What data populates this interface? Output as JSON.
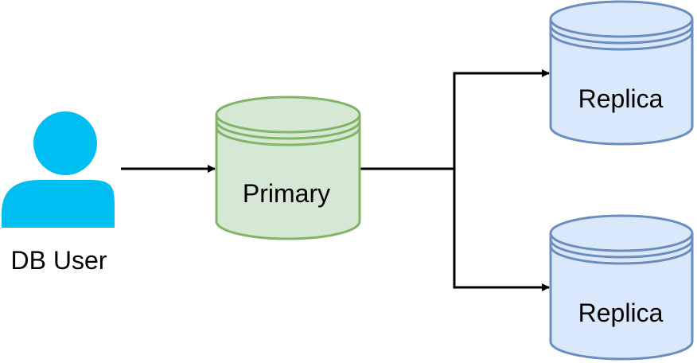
{
  "diagram": {
    "title": "",
    "nodes": {
      "user": {
        "label": "DB User",
        "icon": "user-icon",
        "color": "#00BEF2"
      },
      "primary": {
        "label": "Primary",
        "shape": "database-cylinder",
        "fill": "#D5E8D4",
        "stroke": "#82B366"
      },
      "replica_top": {
        "label": "Replica",
        "shape": "database-cylinder",
        "fill": "#DAE8FC",
        "stroke": "#6C8EBF"
      },
      "replica_bottom": {
        "label": "Replica",
        "shape": "database-cylinder",
        "fill": "#DAE8FC",
        "stroke": "#6C8EBF"
      }
    },
    "edges": [
      {
        "from": "user",
        "to": "primary"
      },
      {
        "from": "primary",
        "to": "replica_top"
      },
      {
        "from": "primary",
        "to": "replica_bottom"
      }
    ],
    "edge_color": "#000000"
  }
}
